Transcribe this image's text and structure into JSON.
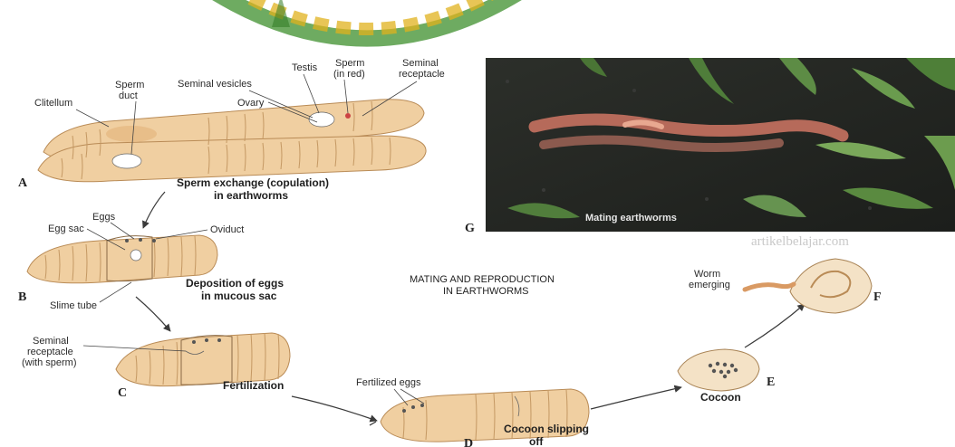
{
  "labels": {
    "testis": "Testis",
    "sperm_in_red_1": "Sperm",
    "sperm_in_red_2": "(in red)",
    "seminal_receptacle_1": "Seminal",
    "seminal_receptacle_2": "receptacle",
    "seminal_vesicles": "Seminal vesicles",
    "sperm_duct_1": "Sperm",
    "sperm_duct_2": "duct",
    "clitellum": "Clitellum",
    "ovary": "Ovary",
    "eggs": "Eggs",
    "egg_sac": "Egg sac",
    "oviduct": "Oviduct",
    "slime_tube": "Slime tube",
    "seminal_receptacle_c_1": "Seminal",
    "seminal_receptacle_c_2": "receptacle",
    "seminal_receptacle_c_3": "(with sperm)",
    "fertilized_eggs": "Fertilized eggs",
    "worm_emerging_1": "Worm",
    "worm_emerging_2": "emerging"
  },
  "captions": {
    "a_1": "Sperm exchange (copulation)",
    "a_2": "in earthworms",
    "b_1": "Deposition of eggs",
    "b_2": "in mucous sac",
    "c": "Fertilization",
    "d_1": "Cocoon slipping",
    "d_2": "off",
    "e": "Cocoon"
  },
  "stage_letters": {
    "a": "A",
    "b": "B",
    "c": "C",
    "d": "D",
    "e": "E",
    "f": "F",
    "g": "G"
  },
  "center_title": {
    "line1": "MATING AND REPRODUCTION",
    "line2": "IN EARTHWORMS"
  },
  "photo_caption": "Mating earthworms",
  "watermark": "artikelbelajar.com",
  "colors": {
    "worm": "#f0cfa1",
    "worm_outline": "#b98b56",
    "logo_green": "#3e8f2c",
    "logo_yellow": "#e0b21e"
  }
}
